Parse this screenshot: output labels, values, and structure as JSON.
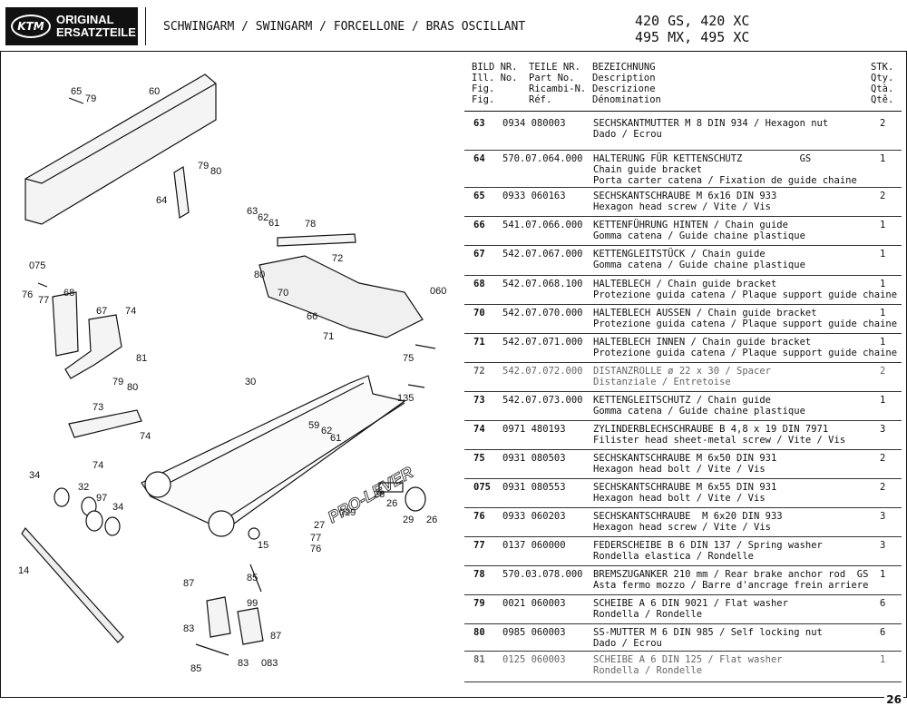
{
  "header": {
    "logo_line1": "ORIGINAL",
    "logo_line2": "ERSATZTEILE",
    "logo_mark": "KTM",
    "title": "SCHWINGARM / SWINGARM / FORCELLONE / BRAS OSCILLANT",
    "models_line1": "420 GS, 420 XC",
    "models_line2": "495 MX, 495 XC"
  },
  "columns": {
    "bild": "BILD NR.\nIll. No.\nFig.\nFig.",
    "partno": "TEILE NR.\nPart No.\nRicambi-N.\nRéf.",
    "desc": "BEZEICHNUNG\nDescription\nDescrizione\nDénomination",
    "qty": "STK.\nQty.\nQtà.\nQtê."
  },
  "parts": [
    {
      "bild": "63",
      "partno": "0934 080003",
      "desc": "SECHSKANTMUTTER M 8 DIN 934 / Hexagon nut\nDado / Ecrou",
      "qty": "2"
    },
    {
      "bild": "64",
      "partno": "570.07.064.000",
      "desc": "HALTERUNG FÜR KETTENSCHUTZ          GS\nChain guide bracket\nPorta carter catena / Fixation de guide chaine",
      "qty": "1"
    },
    {
      "bild": "65",
      "partno": "0933 060163",
      "desc": "SECHSKANTSCHRAUBE M 6x16 DIN 933\nHexagon head screw / Vite / Vis",
      "qty": "2"
    },
    {
      "bild": "66",
      "partno": "541.07.066.000",
      "desc": "KETTENFÜHRUNG HINTEN / Chain guide\nGomma catena / Guide chaine plastique",
      "qty": "1"
    },
    {
      "bild": "67",
      "partno": "542.07.067.000",
      "desc": "KETTENGLEITSTÜCK / Chain guide\nGomma catena / Guide chaine plastique",
      "qty": "1"
    },
    {
      "bild": "68",
      "partno": "542.07.068.100",
      "desc": "HALTEBLECH / Chain guide bracket\nProtezione guida catena / Plaque support guide chaine",
      "qty": "1"
    },
    {
      "bild": "70",
      "partno": "542.07.070.000",
      "desc": "HALTEBLECH AUSSEN / Chain guide bracket\nProtezione guida catena / Plaque support guide chaine",
      "qty": "1"
    },
    {
      "bild": "71",
      "partno": "542.07.071.000",
      "desc": "HALTEBLECH INNEN / Chain guide bracket\nProtezione guida catena / Plaque support guide chaine",
      "qty": "1"
    },
    {
      "bild": "72",
      "partno": "542.07.072.000",
      "desc": "DISTANZROLLE ø 22 x 30 / Spacer\nDistanziale / Entretoise",
      "qty": "2"
    },
    {
      "bild": "73",
      "partno": "542.07.073.000",
      "desc": "KETTENGLEITSCHUTZ / Chain guide\nGomma catena / Guide chaine plastique",
      "qty": "1"
    },
    {
      "bild": "74",
      "partno": "0971 480193",
      "desc": "ZYLINDERBLECHSCHRAUBE B 4,8 x 19 DIN 7971\nFilister head sheet-metal screw / Vite / Vis",
      "qty": "3"
    },
    {
      "bild": "75",
      "partno": "0931 080503",
      "desc": "SECHSKANTSCHRAUBE M 6x50 DIN 931\nHexagon head bolt / Vite / Vis",
      "qty": "2"
    },
    {
      "bild": "075",
      "partno": "0931 080553",
      "desc": "SECHSKANTSCHRAUBE M 6x55 DIN 931\nHexagon head bolt / Vite / Vis",
      "qty": "2"
    },
    {
      "bild": "76",
      "partno": "0933 060203",
      "desc": "SECHSKANTSCHRAUBE  M 6x20 DIN 933\nHexagon head screw / Vite / Vis",
      "qty": "3"
    },
    {
      "bild": "77",
      "partno": "0137 060000",
      "desc": "FEDERSCHEIBE B 6 DIN 137 / Spring washer\nRondella elastica / Rondelle",
      "qty": "3"
    },
    {
      "bild": "78",
      "partno": "570.03.078.000",
      "desc": "BREMSZUGANKER 210 mm / Rear brake anchor rod  GS\nAsta fermo mozzo / Barre d'ancrage frein arriere",
      "qty": "1"
    },
    {
      "bild": "79",
      "partno": "0021 060003",
      "desc": "SCHEIBE A 6 DIN 9021 / Flat washer\nRondella / Rondelle",
      "qty": "6"
    },
    {
      "bild": "80",
      "partno": "0985 060003",
      "desc": "SS-MUTTER M 6 DIN 985 / Self locking nut\nDado / Ecrou",
      "qty": "6"
    },
    {
      "bild": "81",
      "partno": "0125 060003",
      "desc": "SCHEIBE A 6 DIN 125 / Flat washer\nRondella / Rondelle",
      "qty": "1"
    }
  ],
  "diagram": {
    "brand_text": "PRO-LEVER",
    "callouts": [
      "65",
      "79",
      "60",
      "79",
      "80",
      "64",
      "63",
      "62",
      "61",
      "78",
      "72",
      "80",
      "70",
      "66",
      "060",
      "71",
      "75",
      "075",
      "76",
      "77",
      "68",
      "67",
      "74",
      "81",
      "79",
      "80",
      "73",
      "74",
      "74",
      "30",
      "59",
      "62",
      "61",
      "135",
      "34",
      "32",
      "97",
      "34",
      "28",
      "26",
      "029",
      "29",
      "26",
      "27",
      "77",
      "76",
      "15",
      "14",
      "85",
      "87",
      "99",
      "83",
      "87",
      "83",
      "083",
      "85"
    ]
  },
  "page_number": "26"
}
